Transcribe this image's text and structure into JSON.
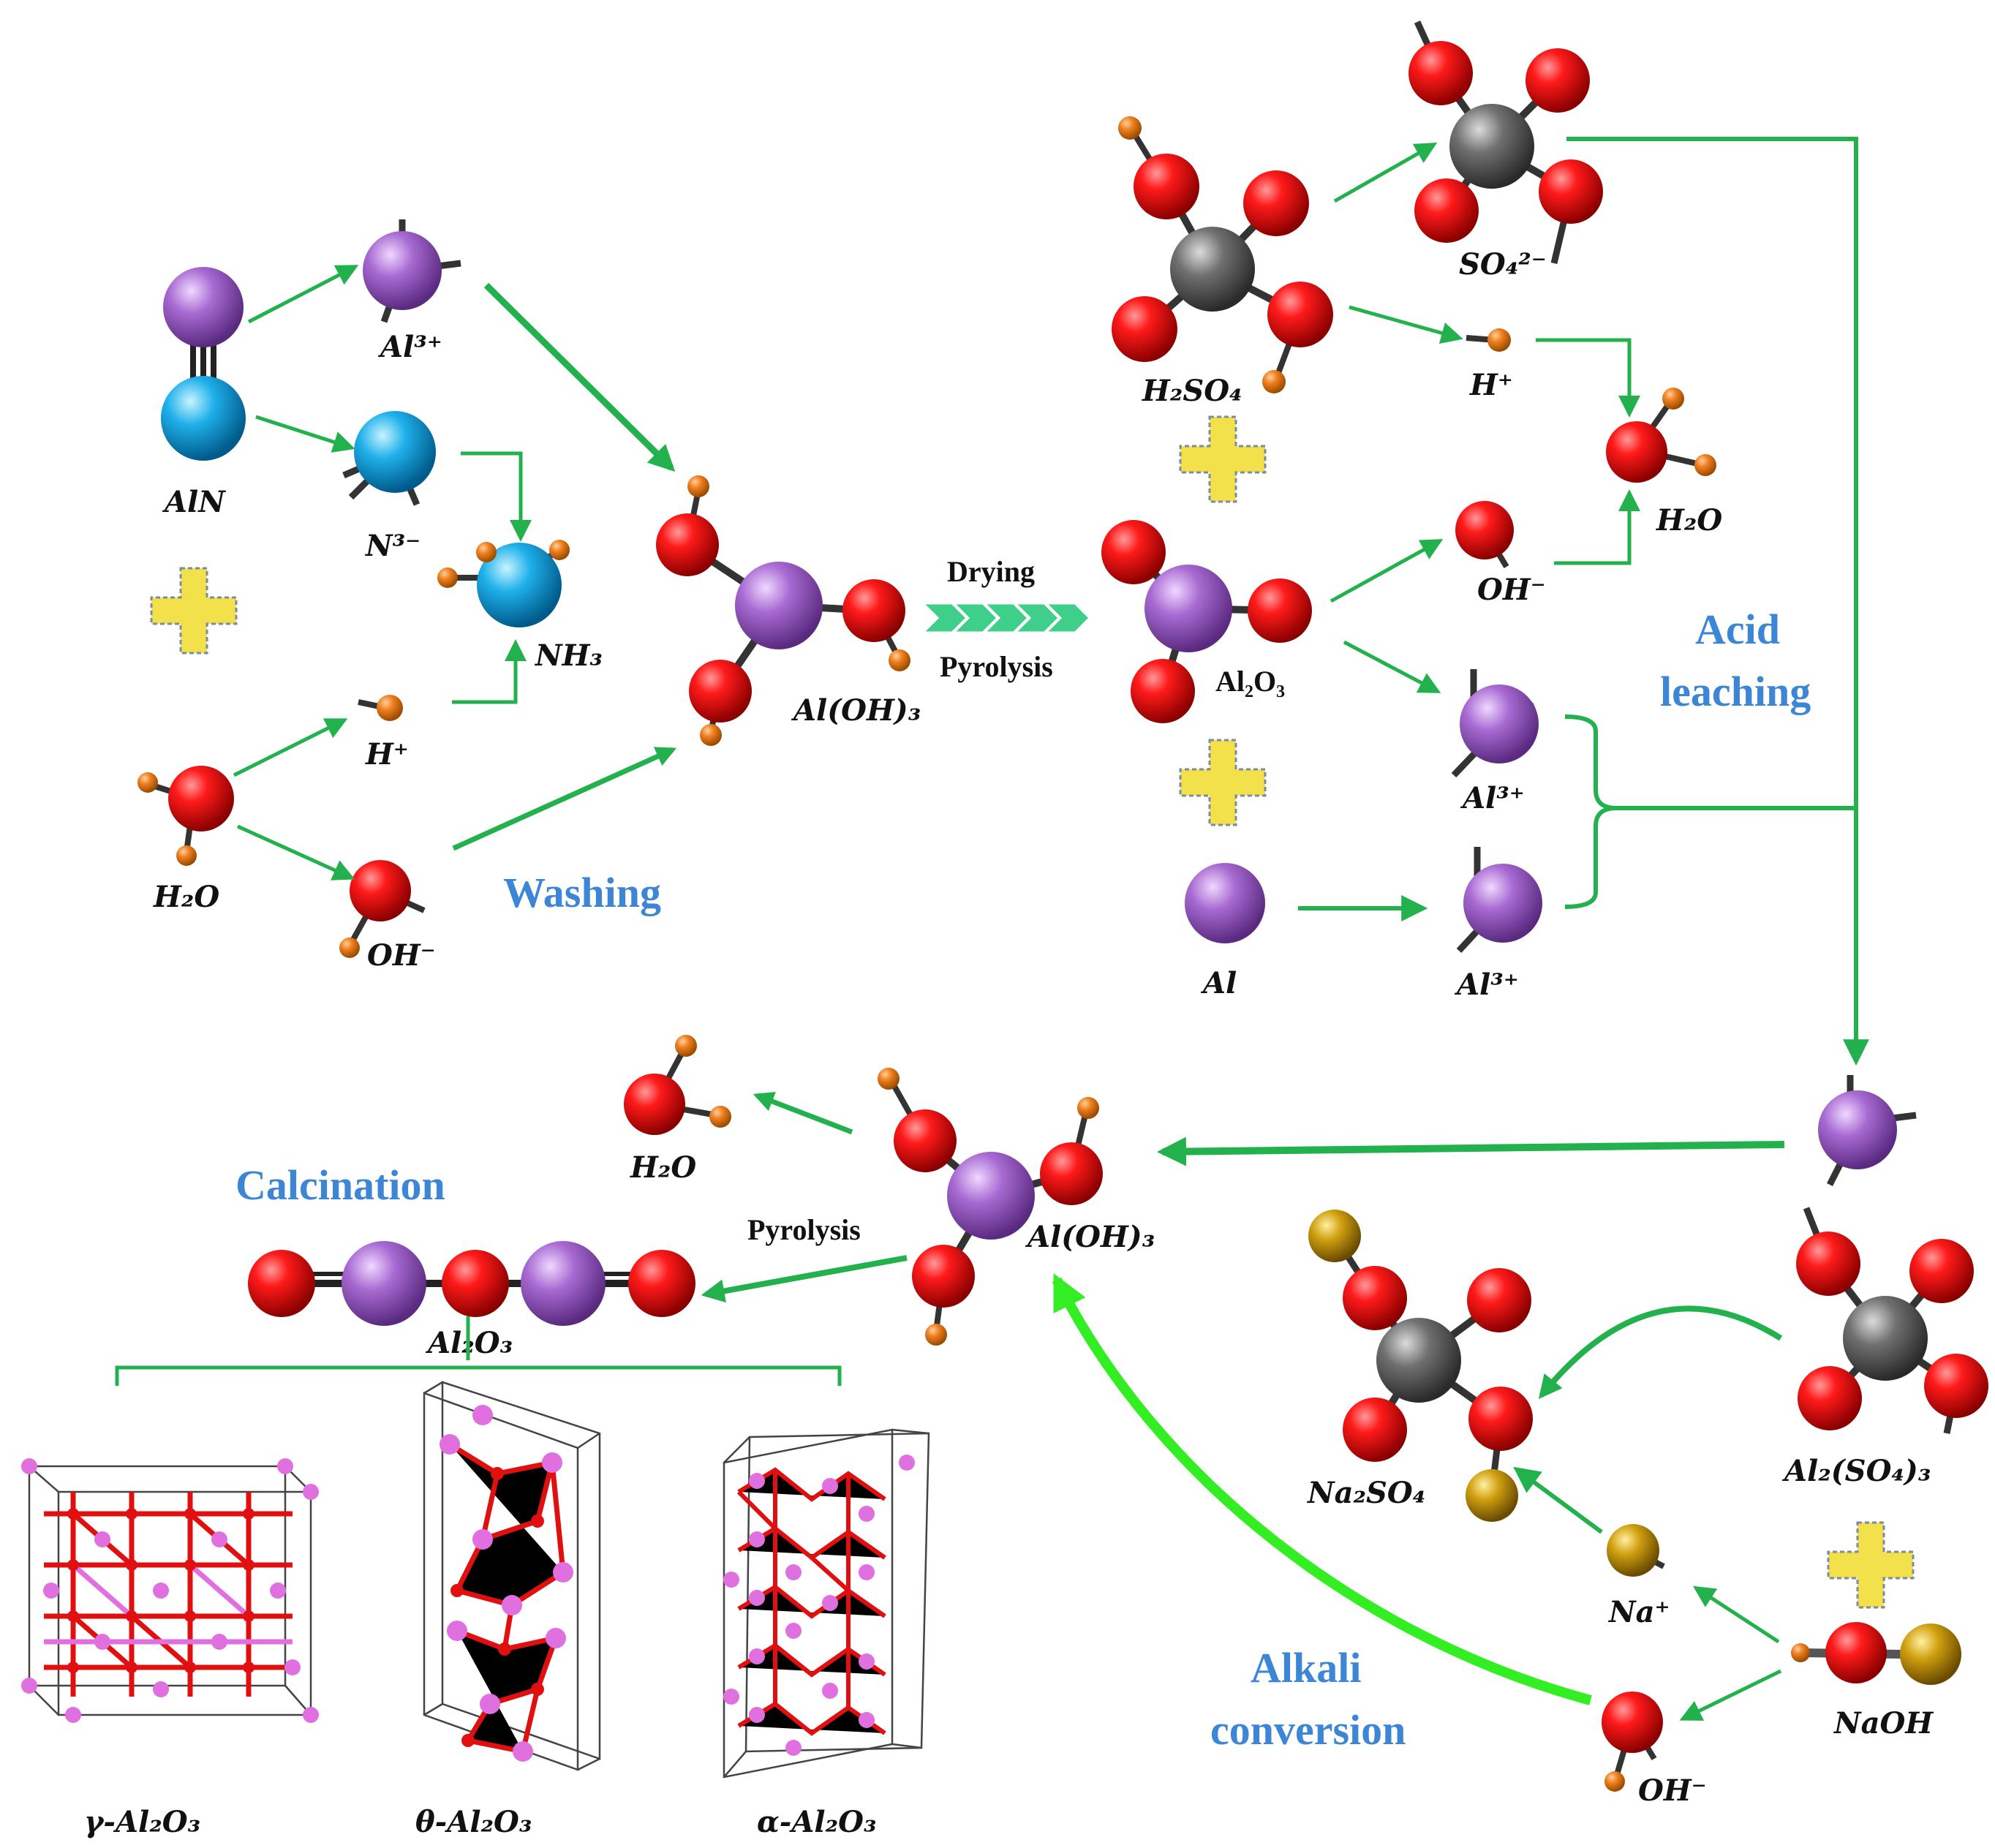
{
  "colors": {
    "oxygen": "#e00000",
    "hydrogen": "#ee7a1c",
    "aluminum": "#a066c8",
    "nitrogen": "#1aa8e6",
    "sulfur": "#6b6b6b",
    "sodium": "#c79a10",
    "arrow": "#22b14c",
    "step_label": "#3d86d6",
    "plus": "#f2e14a"
  },
  "species": {
    "aln": "AlN",
    "al3_a": "Al³⁺",
    "n3": "N³⁻",
    "nh3": "NH₃",
    "h_a": "H⁺",
    "h2o_a": "H₂O",
    "oh_a": "OH⁻",
    "aloh3_a": "Al(OH)₃",
    "h2so4": "H₂SO₄",
    "so4": "SO₄²⁻",
    "h_b": "H⁺",
    "h2o_b": "H₂O",
    "oh_b": "OH⁻",
    "al2o3_a": "Al₂O₃",
    "al3_b": "Al³⁺",
    "al": "Al",
    "al3_c": "Al³⁺",
    "h2o_c": "H₂O",
    "aloh3_b": "Al(OH)₃",
    "al2o3_b": "Al₂O₃",
    "na2so4": "Na₂SO₄",
    "al2so43": "Al₂(SO₄)₃",
    "na": "Na⁺",
    "naoh": "NaOH",
    "oh_c": "OH⁻",
    "gamma": "γ-Al₂O₃",
    "theta": "θ-Al₂O₃",
    "alpha": "α-Al₂O₃"
  },
  "steps": {
    "washing": "Washing",
    "drying": "Drying",
    "pyrolysis_a": "Pyrolysis",
    "acid_1": "Acid",
    "acid_2": "leaching",
    "calcination": "Calcination",
    "pyrolysis_b": "Pyrolysis",
    "alkali_1": "Alkali",
    "alkali_2": "conversion"
  }
}
